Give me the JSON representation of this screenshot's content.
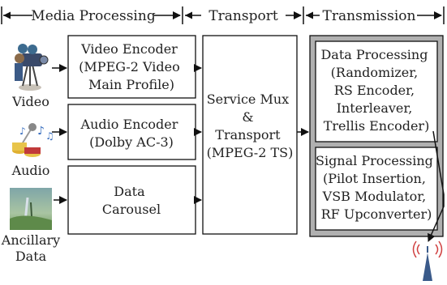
{
  "sections": {
    "media": "Media Processing",
    "transport": "Transport",
    "transmission": "Transmission"
  },
  "inputs": {
    "video": "Video",
    "audio": "Audio",
    "ancillary_line1": "Ancillary",
    "ancillary_line2": "Data"
  },
  "boxes": {
    "video_encoder": [
      "Video Encoder",
      "(MPEG-2 Video",
      "Main Profile)"
    ],
    "audio_encoder": [
      "Audio Encoder",
      "(Dolby AC-3)"
    ],
    "data_carousel": [
      "Data",
      "Carousel"
    ],
    "service_mux": [
      "Service Mux",
      "&",
      "Transport",
      "(MPEG-2 TS)"
    ],
    "data_processing": [
      "Data Processing",
      "(Randomizer,",
      "RS Encoder,",
      "Interleaver,",
      "Trellis Encoder)"
    ],
    "signal_processing": [
      "Signal Processing",
      "(Pilot Insertion,",
      "VSB Modulator,",
      "RF Upconverter)"
    ]
  },
  "icons": {
    "video": "camera-operator-icon",
    "audio": "microphone-drum-icon",
    "ancillary": "landscape-photo-icon",
    "antenna": "transmitter-tower-icon"
  }
}
